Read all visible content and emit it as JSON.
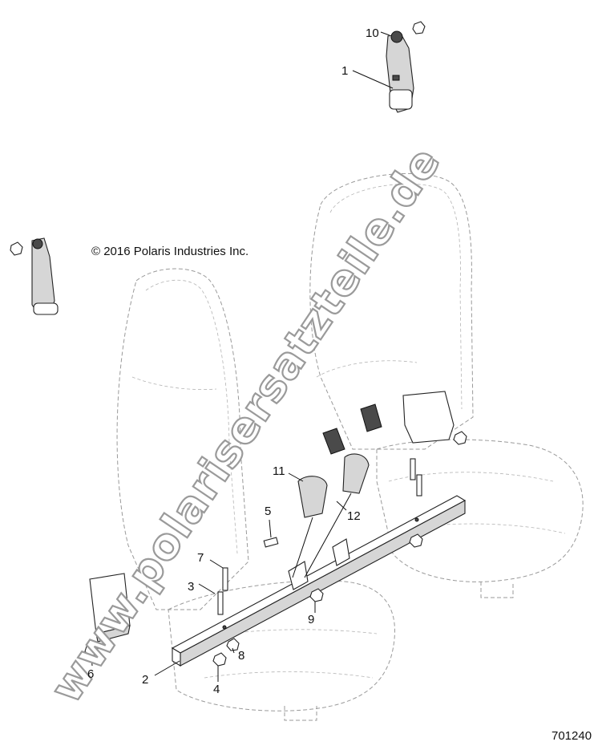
{
  "copyright": "© 2016 Polaris Industries Inc.",
  "figure_number": "701240",
  "watermark": "www.polarisersatzteile.de",
  "callouts": [
    "1",
    "2",
    "3",
    "4",
    "5",
    "6",
    "7",
    "8",
    "9",
    "10",
    "11",
    "12"
  ]
}
